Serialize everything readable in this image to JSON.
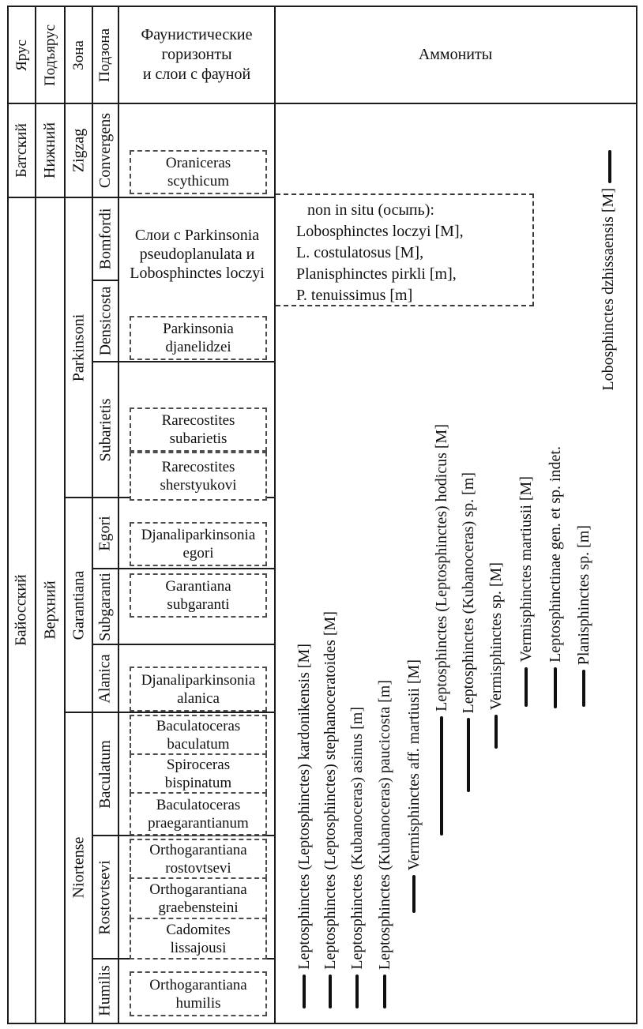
{
  "figure": {
    "type": "biostratigraphic range chart",
    "language": "Russian / Latin"
  },
  "header": {
    "stage_col": "Ярус",
    "substage_col": "Подъярус",
    "zone_col": "Зона",
    "subzone_col": "Подзона",
    "fauna_col": "Фаунистические\nгоризонты\nи слои с фауной",
    "ammonites_col": "Аммониты"
  },
  "stages": [
    {
      "label": "Батский"
    },
    {
      "label": "Байосский"
    }
  ],
  "substages": [
    {
      "label": "Нижний"
    },
    {
      "label": "Верхний"
    }
  ],
  "zones": [
    {
      "label": "Zigzag"
    },
    {
      "label": "Parkinsoni"
    },
    {
      "label": "Garantiana"
    },
    {
      "label": "Niortense"
    }
  ],
  "subzones": [
    {
      "label": "Convergens"
    },
    {
      "label": "Bomfordi"
    },
    {
      "label": "Densicosta"
    },
    {
      "label": "Subarietis"
    },
    {
      "label": "Egori"
    },
    {
      "label": "Subgaranti"
    },
    {
      "label": "Alanica"
    },
    {
      "label": "Baculatum"
    },
    {
      "label": "Rostovtsevi"
    },
    {
      "label": "Humilis"
    }
  ],
  "fauna": {
    "beds_text": "Слои с Parkinsonia\npseudoplanulata и\nLobosphinctes loczyi",
    "horizons": [
      {
        "label": "Oraniceras\nscythicum"
      },
      {
        "label": "Parkinsonia\ndjanelidzei"
      },
      {
        "label": "Rarecostites\nsubarietis"
      },
      {
        "label": "Rarecostites\nsherstyukovi"
      },
      {
        "label": "Djanaliparkinsonia\negori"
      },
      {
        "label": "Garantiana\nsubgaranti"
      },
      {
        "label": "Djanaliparkinsonia\nalanica"
      },
      {
        "label": "Baculatoceras\nbaculatum"
      },
      {
        "label": "Spiroceras\nbispinatum"
      },
      {
        "label": "Baculatoceras\npraegarantianum"
      },
      {
        "label": "Orthogarantiana\nrostovtsevi"
      },
      {
        "label": "Orthogarantiana\ngraebensteini"
      },
      {
        "label": "Cadomites\nlissajousi"
      },
      {
        "label": "Orthogarantiana\nhumilis"
      }
    ]
  },
  "non_in_situ": {
    "title": "non in situ (осыпь):",
    "body": "Lobosphinctes loczyi [M],\nL. costulatosus [M],\nPlanisphinctes pirkli [m],\nP. tenuissimus [m]"
  },
  "species": [
    {
      "label": "Leptosphinctes (Leptosphinctes) kardonikensis [M]",
      "range_subzones": "Humilis"
    },
    {
      "label": "Leptosphinctes (Leptosphinctes) stephanoceratoides [M]",
      "range_subzones": "Humilis"
    },
    {
      "label": "Leptosphinctes (Kubanoceras) asinus [m]",
      "range_subzones": "Humilis"
    },
    {
      "label": "Leptosphinctes (Kubanoceras) paucicosta [m]",
      "range_subzones": "Humilis"
    },
    {
      "label": "Vermisphinctes aff. martiusii [M]",
      "range_subzones": "Rostovtsevi"
    },
    {
      "label": "Leptosphinctes (Leptosphinctes) hodicus [M]",
      "range_subzones": "Baculatum"
    },
    {
      "label": "Leptosphinctes (Kubanoceras) sp. [m]",
      "range_subzones": "Baculatum"
    },
    {
      "label": "Vermisphinctes sp. [M]",
      "range_subzones": "Baculatum"
    },
    {
      "label": "Vermisphinctes martiusii [M]",
      "range_subzones": "Alanica–Baculatum"
    },
    {
      "label": "Leptosphinctinae gen. et sp. indet.",
      "range_subzones": "Alanica–Baculatum"
    },
    {
      "label": "Planisphinctes sp. [m]",
      "range_subzones": "Alanica–Baculatum"
    },
    {
      "label": "Lobosphinctes dzhissaensis [M]",
      "range_subzones": "Convergens"
    }
  ],
  "colors": {
    "line": "#1c1c1c",
    "dashed_box": "#4d4d4d",
    "bar": "#101010",
    "background": "#ffffff"
  }
}
